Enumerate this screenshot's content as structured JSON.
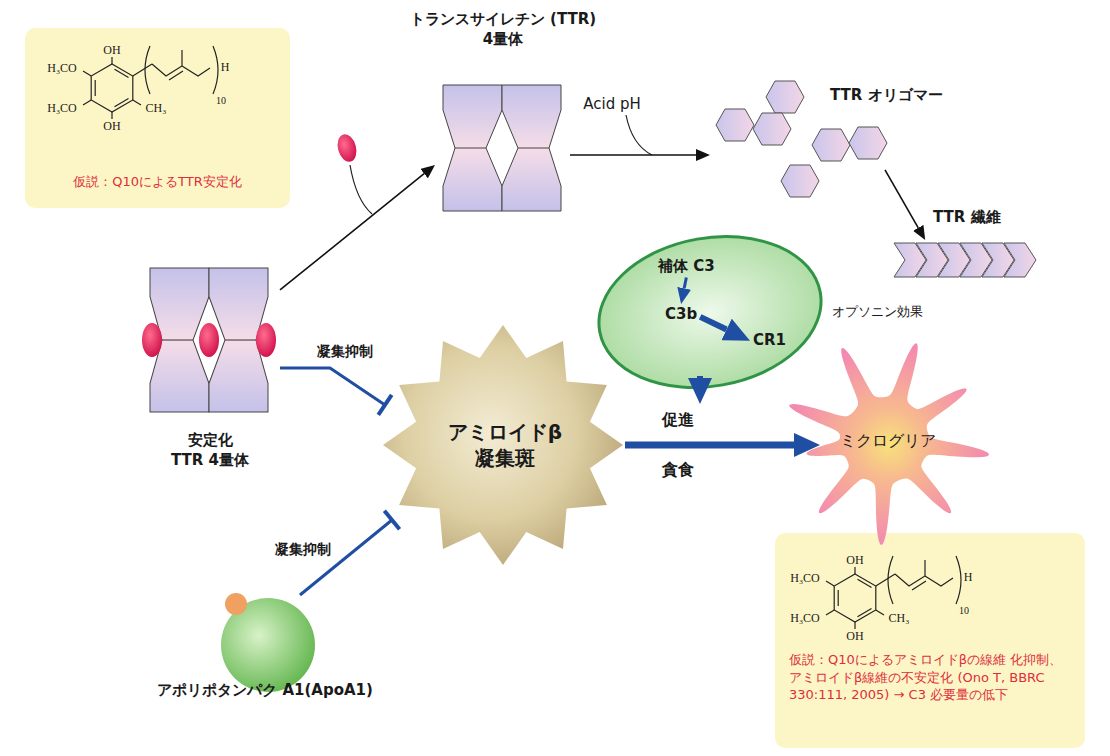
{
  "diagram": {
    "nodes": [
      {
        "text": [
          "仮説：Q10によるTTR安定化"
        ]
      },
      {
        "text": [
          "トランスサイレチン (TTR) 4量体"
        ]
      },
      {
        "text": [
          "TTR オリゴマー"
        ]
      },
      {
        "text": [
          "TTR 繊維"
        ]
      },
      {
        "text": [
          "安定化 TTR 4量体"
        ]
      },
      {
        "text": [
          "オプソニン効果"
        ]
      },
      {
        "text": [
          "補体 C3"
        ],
        "in": 5
      },
      {
        "text": [
          "C3b"
        ],
        "in": 5
      },
      {
        "text": [
          "CR1"
        ],
        "in": 5
      },
      {
        "text": [
          "アミロイドβ 凝集斑"
        ]
      },
      {
        "text": [
          "ミクログリア"
        ]
      },
      {
        "text": [
          "アポリポタンパク A1(ApoA1)"
        ]
      },
      {
        "text": [
          "仮説：Q10によるアミロイドβの線維 化抑制、アミロイドβ線維の不安定化 (Ono T, BBRC 330:111, 2005) → C3 必要量の低下"
        ]
      }
    ],
    "edges": [
      {
        "from": 4,
        "to": 1,
        "arrow": "to"
      },
      {
        "from": 1,
        "to": 2,
        "arrow": "to",
        "label": "Acid pH"
      },
      {
        "from": 2,
        "to": 3,
        "arrow": "to"
      },
      {
        "from": 4,
        "to": 9,
        "arrow": "to",
        "label": "凝集抑制"
      },
      {
        "from": 11,
        "to": 9,
        "arrow": "to",
        "label": "凝集抑制"
      },
      {
        "from": 6,
        "to": 7,
        "arrow": "to"
      },
      {
        "from": 7,
        "to": 8,
        "arrow": "to"
      },
      {
        "from": 9,
        "to": 10,
        "arrow": "to",
        "label": "促進"
      }
    ],
    "labels": [
      "OH",
      "H₃CO",
      "H₃CO",
      "OH",
      "CH₃",
      "H",
      "10",
      "OH",
      "H₃CO",
      "H₃CO",
      "OH",
      "CH₃",
      "H",
      "10",
      "貪食"
    ]
  }
}
